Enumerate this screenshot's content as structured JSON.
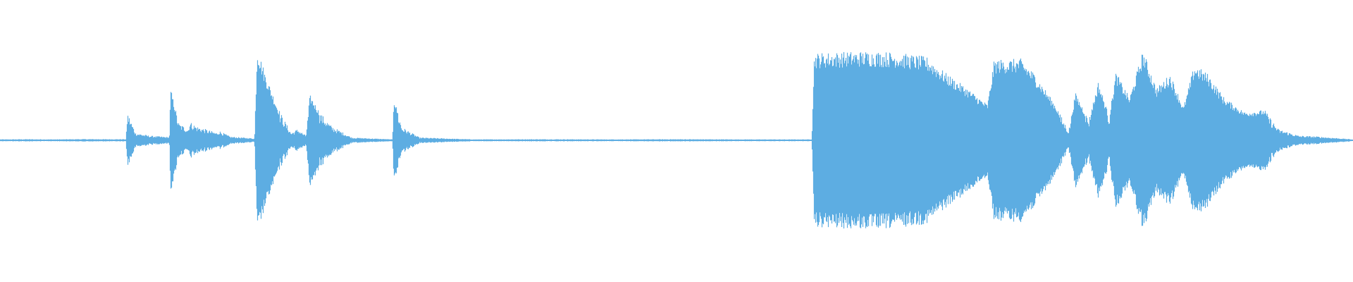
{
  "waveform": {
    "color": "#5DADE2",
    "envelope": [
      [
        0.0,
        0.01
      ],
      [
        0.02,
        0.012
      ],
      [
        0.04,
        0.01
      ],
      [
        0.06,
        0.013
      ],
      [
        0.08,
        0.012
      ],
      [
        0.093,
        0.012
      ],
      [
        0.094,
        0.3
      ],
      [
        0.1,
        0.08
      ],
      [
        0.11,
        0.05
      ],
      [
        0.125,
        0.035
      ],
      [
        0.126,
        0.54
      ],
      [
        0.132,
        0.18
      ],
      [
        0.139,
        0.12
      ],
      [
        0.14,
        0.2
      ],
      [
        0.145,
        0.15
      ],
      [
        0.16,
        0.08
      ],
      [
        0.162,
        0.1
      ],
      [
        0.17,
        0.04
      ],
      [
        0.188,
        0.02
      ],
      [
        0.19,
        0.98
      ],
      [
        0.196,
        0.7
      ],
      [
        0.205,
        0.35
      ],
      [
        0.215,
        0.08
      ],
      [
        0.22,
        0.12
      ],
      [
        0.226,
        0.05
      ],
      [
        0.229,
        0.48
      ],
      [
        0.236,
        0.3
      ],
      [
        0.245,
        0.15
      ],
      [
        0.26,
        0.03
      ],
      [
        0.29,
        0.01
      ],
      [
        0.291,
        0.45
      ],
      [
        0.297,
        0.14
      ],
      [
        0.31,
        0.03
      ],
      [
        0.35,
        0.01
      ],
      [
        0.4,
        0.012
      ],
      [
        0.45,
        0.01
      ],
      [
        0.5,
        0.012
      ],
      [
        0.55,
        0.01
      ],
      [
        0.6,
        0.01
      ],
      [
        0.602,
        0.92
      ],
      [
        0.64,
        0.94
      ],
      [
        0.66,
        0.93
      ],
      [
        0.685,
        0.88
      ],
      [
        0.7,
        0.7
      ],
      [
        0.715,
        0.55
      ],
      [
        0.73,
        0.38
      ],
      [
        0.735,
        0.85
      ],
      [
        0.755,
        0.86
      ],
      [
        0.765,
        0.7
      ],
      [
        0.78,
        0.38
      ],
      [
        0.79,
        0.1
      ],
      [
        0.795,
        0.5
      ],
      [
        0.805,
        0.22
      ],
      [
        0.812,
        0.62
      ],
      [
        0.82,
        0.25
      ],
      [
        0.825,
        0.72
      ],
      [
        0.835,
        0.45
      ],
      [
        0.845,
        0.95
      ],
      [
        0.855,
        0.55
      ],
      [
        0.865,
        0.7
      ],
      [
        0.875,
        0.35
      ],
      [
        0.883,
        0.8
      ],
      [
        0.893,
        0.7
      ],
      [
        0.905,
        0.45
      ],
      [
        0.92,
        0.3
      ],
      [
        0.935,
        0.32
      ],
      [
        0.945,
        0.12
      ],
      [
        0.96,
        0.05
      ],
      [
        0.975,
        0.04
      ],
      [
        1.0,
        0.01
      ]
    ]
  }
}
